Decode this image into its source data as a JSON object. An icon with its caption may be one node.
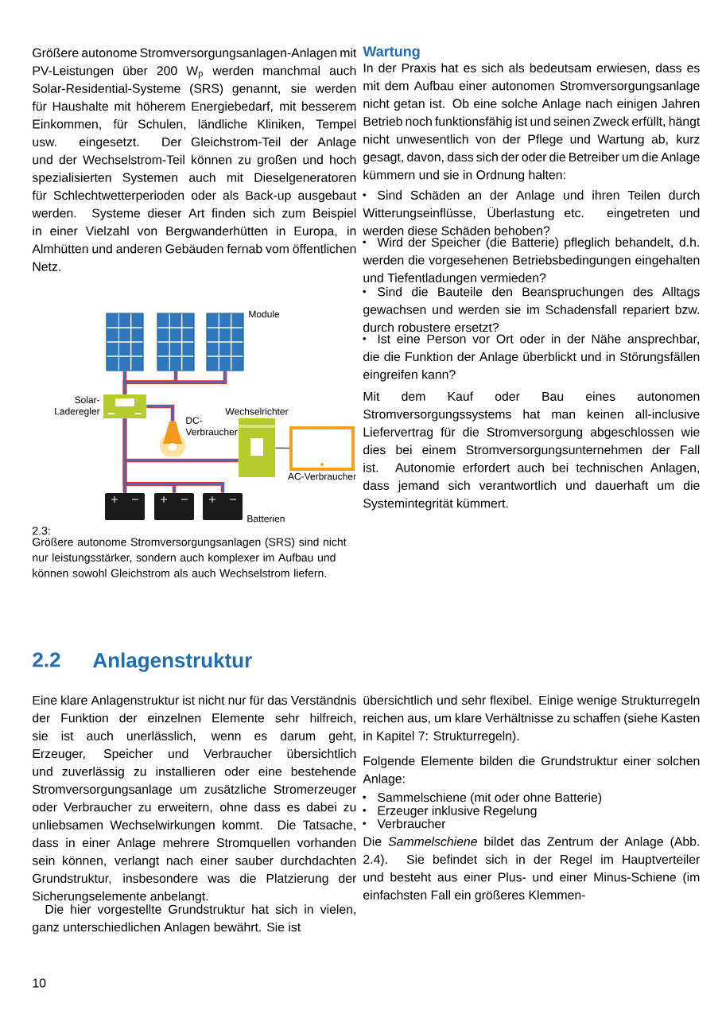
{
  "diagram": {
    "caption": "Größere autonome Stromversorgungsanlagen (SRS) sind nicht nur leistungsstärker, sondern auch komplexer im Aufbau und können sowohl Gleichstrom als auch Wechselstrom liefern.",
    "nodes": [
      {
        "text": [],
        "shape": "picture"
      },
      {
        "text": [],
        "shape": "picture"
      },
      {
        "text": [],
        "shape": "picture",
        "beside": [
          "Module"
        ]
      },
      {
        "text": [],
        "shape": "picture",
        "beside": [
          "Solar-Laderegler"
        ]
      },
      {
        "text": [],
        "shape": "picture",
        "beside": [
          "DC-Verbraucher"
        ]
      },
      {
        "text": [],
        "shape": "picture",
        "beside": [
          "Wechselrichter"
        ]
      },
      {
        "text": [],
        "shape": "picture",
        "beside": [
          "AC-Verbraucher"
        ]
      },
      {
        "text": [],
        "shape": "picture"
      },
      {
        "text": [],
        "shape": "picture"
      },
      {
        "text": [],
        "shape": "picture",
        "beside": [
          "Batterien"
        ]
      }
    ],
    "edges": [
      {
        "from": 0,
        "to": 3,
        "arrow": "none"
      },
      {
        "from": 1,
        "to": 3,
        "arrow": "none"
      },
      {
        "from": 2,
        "to": 3,
        "arrow": "none"
      },
      {
        "from": 3,
        "to": 4,
        "arrow": "none"
      },
      {
        "from": 3,
        "to": 7,
        "arrow": "none"
      },
      {
        "from": 3,
        "to": 8,
        "arrow": "none"
      },
      {
        "from": 3,
        "to": 9,
        "arrow": "none"
      },
      {
        "from": 5,
        "to": 7,
        "arrow": "none"
      },
      {
        "from": 5,
        "to": 6,
        "arrow": "none",
        "color": "#555555"
      }
    ],
    "labels": [
      "Größere autonome Stromversorgungsanlagen-Anlagen mit PV-Leistungen über 200 W$_{p}$ werden manchmal auch Solar-Residential-Systeme (SRS) genannt, sie werden für Haushalte mit höherem Energiebedarf, mit besserem Einkommen, für Schulen, ländliche Kliniken, Tempel usw. eingesetzt. Der Gleichstrom-Teil der Anlage und der Wechselstrom-Teil können zu großen und hoch spezialisierten Systemen auch mit Dieselgeneratoren für Schlechtwetterperioden oder als Back-up ausgebaut werden. Systeme dieser Art finden sich zum Beispiel in einer Vielzahl von Bergwanderhütten in Europa, in Almhütten und anderen Gebäuden fernab vom öffentlichen Netz.",
      "Wartung",
      "In der Praxis hat es sich als bedeutsam erwiesen, dass es mit dem Aufbau einer autonomen Stromversorgungsanlage nicht getan ist. Ob eine solche Anlage nach einigen Jahren Betrieb noch funktionsfähig ist und seinen Zweck erfüllt, hängt nicht unwesentlich von der Pflege und Wartung ab, kurz gesagt, davon, dass sich der oder die Betreiber um die Anlage kümmern und sie in Ordnung halten:",
      "Sind Schäden an der Anlage und ihren Teilen durch Witterungseinflüsse, Überlastung etc. eingetreten und werden diese Schäden behoben?",
      "Wird der Speicher (die Batterie) pfleglich behandelt, d.h. werden die vorgesehenen Betriebsbedingungen eingehalten und Tiefentladungen vermieden?",
      "Sind die Bauteile den Beanspruchungen des Alltags gewachsen und werden sie im Schadensfall repariert bzw. durch robustere ersetzt?",
      "Ist eine Person vor Ort oder in der Nähe ansprechbar, die die Funktion der Anlage überblickt und in Störungsfällen eingreifen kann?",
      "Mit dem Kauf oder Bau eines autonomen Stromversorgungssystems hat man keinen all-inclusive Liefervertrag für die Stromversorgung abgeschlossen wie dies bei einem Stromversorgungsunternehmen der Fall ist. Autonomie erfordert auch bei technischen Anlagen, dass jemand sich verantwortlich und dauerhaft um die Systemintegrität kümmert.",
      "2.3:",
      "2.2",
      "Anlagenstruktur",
      "Eine klare Anlagenstruktur ist nicht nur für das Verständnis der Funktion der einzelnen Elemente sehr hilfreich, sie ist auch unerlässlich, wenn es darum geht, Erzeuger, Speicher und Verbraucher übersichtlich und zuverlässig zu installieren oder eine bestehende Stromversorgungsanlage um zusätzliche Stromerzeuger oder Verbraucher zu erweitern, ohne dass es dabei zu unliebsamen Wechselwirkungen kommt. Die Tatsache, dass in einer Anlage mehrere Stromquellen vorhanden sein können, verlangt nach einer sauber durchdachten Grundstruktur, insbesondere was die Platzierung der Sicherungselemente anbelangt.",
      "Die hier vorgestellte Grundstruktur hat sich in vielen, ganz unterschiedlichen Anlagen bewährt. Sie ist",
      "übersichtlich und sehr flexibel. Einige wenige Strukturregeln reichen aus, um klare Verhältnisse zu schaffen (siehe Kasten in Kapitel 7: Strukturregeln).",
      "Folgende Elemente bilden die Grundstruktur einer solchen Anlage:",
      "Sammelschiene (mit oder ohne Batterie)",
      "Erzeuger inklusive Regelung",
      "Verbraucher",
      "Die *Sammelschiene* bildet das Zentrum der Anlage (Abb. 2.4). Sie befindet sich in der Regel im Hauptverteiler und besteht aus einer Plus- und einer Minus-Schiene (im einfachsten Fall ein größeres Klemmen-",
      "10"
    ]
  }
}
